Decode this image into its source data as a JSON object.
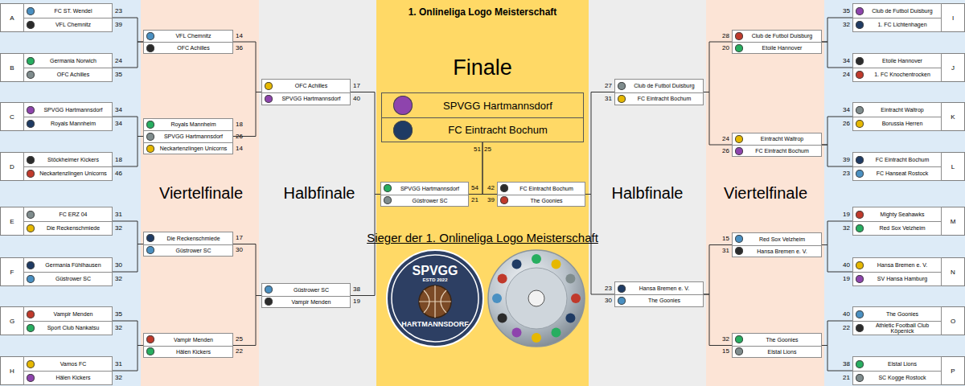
{
  "diagram": {
    "title": "1. Onlineliga Logo Meisterschaft",
    "nodes": [
      {
        "text": [
          "A"
        ]
      },
      {
        "text": [
          "FC ST. Wendel"
        ],
        "in": 0
      },
      {
        "text": [
          "VFL Chemnitz"
        ],
        "in": 0
      },
      {
        "text": [
          "B"
        ]
      },
      {
        "text": [
          "Germania Norwich"
        ],
        "in": 3
      },
      {
        "text": [
          "OFC Achilles"
        ],
        "in": 3
      },
      {
        "text": [
          "C"
        ]
      },
      {
        "text": [
          "SPVGG Hartmannsdorf"
        ],
        "in": 6
      },
      {
        "text": [
          "Royals Mannheim"
        ],
        "in": 6
      },
      {
        "text": [
          "D"
        ]
      },
      {
        "text": [
          "Stöckheimer Kickers"
        ],
        "in": 9
      },
      {
        "text": [
          "Neckartenzlingen Unicorns"
        ],
        "in": 9
      },
      {
        "text": [
          "E"
        ]
      },
      {
        "text": [
          "FC ERZ 04"
        ],
        "in": 12
      },
      {
        "text": [
          "Die Reckenschmiede"
        ],
        "in": 12
      },
      {
        "text": [
          "F"
        ]
      },
      {
        "text": [
          "Germania Fühlhausen"
        ],
        "in": 15
      },
      {
        "text": [
          "Güstrower SC"
        ],
        "in": 15
      },
      {
        "text": [
          "G"
        ]
      },
      {
        "text": [
          "Vampir Menden"
        ],
        "in": 18
      },
      {
        "text": [
          "Sport Club Nankatsu"
        ],
        "in": 18
      },
      {
        "text": [
          "H"
        ]
      },
      {
        "text": [
          "Vamos FC"
        ],
        "in": 21
      },
      {
        "text": [
          "Hälen Kickers"
        ],
        "in": 21
      },
      {
        "text": []
      },
      {
        "text": [
          "VFL Chemnitz"
        ],
        "in": 24
      },
      {
        "text": [
          "OFC Achilles"
        ],
        "in": 24
      },
      {
        "text": []
      },
      {
        "text": [
          "Royals Mannheim"
        ],
        "in": 27
      },
      {
        "text": [
          "SPVGG Hartmannsdorf"
        ],
        "in": 27
      },
      {
        "text": [
          "Neckartenzlingen Unicorns"
        ],
        "in": 27
      },
      {
        "text": []
      },
      {
        "text": [
          "Die Reckenschmiede"
        ],
        "in": 31
      },
      {
        "text": [
          "Güstrower SC"
        ],
        "in": 31
      },
      {
        "text": []
      },
      {
        "text": [
          "Vampir Menden"
        ],
        "in": 34
      },
      {
        "text": [
          "Hälen Kickers"
        ],
        "in": 34
      },
      {
        "text": []
      },
      {
        "text": [
          "OFC Achilles"
        ],
        "in": 37
      },
      {
        "text": [
          "SPVGG Hartmannsdorf"
        ],
        "in": 37
      },
      {
        "text": []
      },
      {
        "text": [
          "Güstrower SC"
        ],
        "in": 40
      },
      {
        "text": [
          "Vampir Menden"
        ],
        "in": 40
      },
      {
        "text": []
      },
      {
        "text": [
          "SPVGG Hartmannsdorf"
        ],
        "in": 43
      },
      {
        "text": [
          "Güstrower SC"
        ],
        "in": 43
      },
      {
        "text": [
          "Finale"
        ]
      },
      {
        "text": [
          "SPVGG Hartmannsdorf"
        ],
        "in": 46
      },
      {
        "text": [
          "FC Eintracht Bochum"
        ],
        "in": 46
      },
      {
        "text": []
      },
      {
        "text": [
          "FC Eintracht Bochum"
        ],
        "in": 49
      },
      {
        "text": [
          "The Goonies"
        ],
        "in": 49
      },
      {
        "text": []
      },
      {
        "text": [
          "Club de Futbol Duisburg"
        ],
        "in": 52
      },
      {
        "text": [
          "FC Eintracht Bochum"
        ],
        "in": 52
      },
      {
        "text": []
      },
      {
        "text": [
          "Hansa Bremen e. V."
        ],
        "in": 55
      },
      {
        "text": [
          "The Goonies"
        ],
        "in": 55
      },
      {
        "text": []
      },
      {
        "text": [
          "Club de Futbol Duisburg"
        ],
        "in": 58
      },
      {
        "text": [
          "Etoile Hannover"
        ],
        "in": 58
      },
      {
        "text": []
      },
      {
        "text": [
          "Eintracht Waltrop"
        ],
        "in": 61
      },
      {
        "text": [
          "FC Eintracht Bochum"
        ],
        "in": 61
      },
      {
        "text": []
      },
      {
        "text": [
          "Red Sox Velzheim"
        ],
        "in": 64
      },
      {
        "text": [
          "Hansa Bremen e. V."
        ],
        "in": 64
      },
      {
        "text": []
      },
      {
        "text": [
          "The Goonies"
        ],
        "in": 67
      },
      {
        "text": [
          "Elstal Lions"
        ],
        "in": 67
      },
      {
        "text": [
          "I"
        ]
      },
      {
        "text": [
          "Club de Futbol Duisburg"
        ],
        "in": 70
      },
      {
        "text": [
          "1. FC Lichtenhagen"
        ],
        "in": 70
      },
      {
        "text": [
          "J"
        ]
      },
      {
        "text": [
          "Etoile Hannover"
        ],
        "in": 73
      },
      {
        "text": [
          "1. FC Knochentrocken"
        ],
        "in": 73
      },
      {
        "text": [
          "K"
        ]
      },
      {
        "text": [
          "Eintracht Waltrop"
        ],
        "in": 76
      },
      {
        "text": [
          "Borussia Herren"
        ],
        "in": 76
      },
      {
        "text": [
          "L"
        ]
      },
      {
        "text": [
          "FC Eintracht Bochum"
        ],
        "in": 79
      },
      {
        "text": [
          "FC Hanseat Rostock"
        ],
        "in": 79
      },
      {
        "text": [
          "M"
        ]
      },
      {
        "text": [
          "Mighty Seahawks"
        ],
        "in": 82
      },
      {
        "text": [
          "Red Sox Velzheim"
        ],
        "in": 82
      },
      {
        "text": [
          "N"
        ]
      },
      {
        "text": [
          "Hansa Bremen e. V."
        ],
        "in": 85
      },
      {
        "text": [
          "SV Hansa Hamburg"
        ],
        "in": 85
      },
      {
        "text": [
          "O"
        ]
      },
      {
        "text": [
          "The Goonies"
        ],
        "in": 88
      },
      {
        "text": [
          "Athletic Football Club Köpenick"
        ],
        "in": 88
      },
      {
        "text": [
          "P"
        ]
      },
      {
        "text": [
          "Elstal Lions"
        ],
        "in": 91
      },
      {
        "text": [
          "SC Kogge Rostock"
        ],
        "in": 91
      }
    ],
    "edges": [
      {
        "from": 0,
        "to": 24,
        "arrow": "none"
      },
      {
        "from": 3,
        "to": 24,
        "arrow": "none"
      },
      {
        "from": 6,
        "to": 27,
        "arrow": "none"
      },
      {
        "from": 9,
        "to": 27,
        "arrow": "none"
      },
      {
        "from": 12,
        "to": 31,
        "arrow": "none"
      },
      {
        "from": 15,
        "to": 31,
        "arrow": "none"
      },
      {
        "from": 18,
        "to": 34,
        "arrow": "none"
      },
      {
        "from": 21,
        "to": 34,
        "arrow": "none"
      },
      {
        "from": 24,
        "to": 37,
        "arrow": "none"
      },
      {
        "from": 27,
        "to": 37,
        "arrow": "none"
      },
      {
        "from": 31,
        "to": 40,
        "arrow": "none"
      },
      {
        "from": 34,
        "to": 40,
        "arrow": "none"
      },
      {
        "from": 37,
        "to": 43,
        "arrow": "none"
      },
      {
        "from": 40,
        "to": 43,
        "arrow": "none"
      },
      {
        "from": 43,
        "to": 46,
        "arrow": "none"
      },
      {
        "from": 49,
        "to": 46,
        "arrow": "none"
      },
      {
        "from": 52,
        "to": 49,
        "arrow": "none"
      },
      {
        "from": 55,
        "to": 49,
        "arrow": "none"
      },
      {
        "from": 58,
        "to": 52,
        "arrow": "none"
      },
      {
        "from": 61,
        "to": 52,
        "arrow": "none"
      },
      {
        "from": 64,
        "to": 55,
        "arrow": "none"
      },
      {
        "from": 67,
        "to": 55,
        "arrow": "none"
      },
      {
        "from": 70,
        "to": 58,
        "arrow": "none"
      },
      {
        "from": 73,
        "to": 58,
        "arrow": "none"
      },
      {
        "from": 76,
        "to": 61,
        "arrow": "none"
      },
      {
        "from": 79,
        "to": 61,
        "arrow": "none"
      },
      {
        "from": 82,
        "to": 64,
        "arrow": "none"
      },
      {
        "from": 85,
        "to": 64,
        "arrow": "none"
      },
      {
        "from": 88,
        "to": 67,
        "arrow": "none"
      },
      {
        "from": 91,
        "to": 67,
        "arrow": "none"
      }
    ],
    "labels": [
      "Viertelfinale",
      "Halbfinale",
      "Halbfinale",
      "Viertelfinale",
      "Sieger der 1. Onlineliga Logo Meisterschaft",
      "SPVGG",
      "ESTD 2022",
      "HARTMANNSDORF",
      "23",
      "39",
      "24",
      "35",
      "34",
      "34",
      "18",
      "46",
      "31",
      "32",
      "30",
      "32",
      "35",
      "32",
      "31",
      "32",
      "14",
      "36",
      "18",
      "26",
      "14",
      "17",
      "30",
      "25",
      "22",
      "17",
      "40",
      "38",
      "19",
      "54",
      "21",
      "51",
      "25",
      "42",
      "39",
      "27",
      "31",
      "23",
      "30",
      "28",
      "20",
      "24",
      "26",
      "15",
      "31",
      "32",
      "15",
      "35",
      "32",
      "34",
      "24",
      "34",
      "26",
      "39",
      "23",
      "19",
      "32",
      "40",
      "19",
      "40",
      "22",
      "38",
      "21"
    ]
  }
}
